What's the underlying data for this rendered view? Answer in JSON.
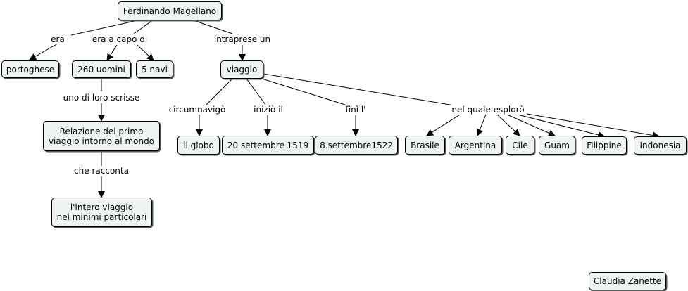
{
  "nodes": {
    "magellano": "Ferdinando Magellano",
    "portoghese": "portoghese",
    "uomini": "260 uomini",
    "navi": "5 navi",
    "viaggio": "viaggio",
    "relazione": "Relazione del primo\nviaggio intorno al mondo",
    "intero": "l'intero viaggio\nnei minimi particolari",
    "globo": "il globo",
    "data_inizio": "20 settembre 1519",
    "data_fine": "8 settembre1522",
    "brasile": "Brasile",
    "argentina": "Argentina",
    "cile": "Cile",
    "guam": "Guam",
    "filippine": "Filippine",
    "indonesia": "Indonesia",
    "autore": "Claudia Zanette"
  },
  "links": {
    "era": "era",
    "era_capo": "era a capo di",
    "intraprese": "intraprese un",
    "scrisse": "uno di loro scrisse",
    "racconta": "che racconta",
    "circumnavigo": "circumnavigò",
    "inizio": "iniziò il",
    "fini": "finì l'",
    "esploro": "nel quale esplorò"
  }
}
